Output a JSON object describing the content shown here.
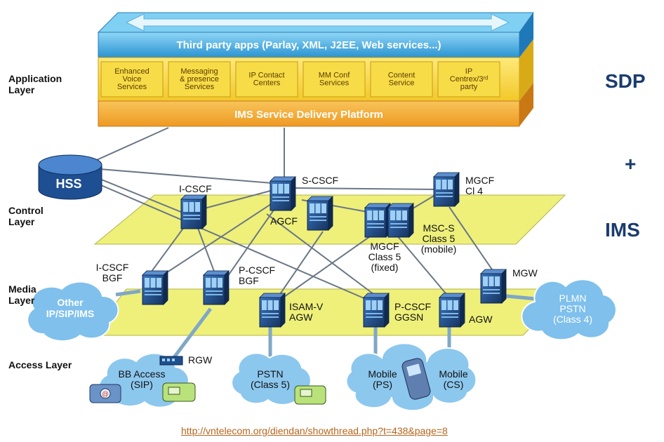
{
  "layers": {
    "application": "Application\nLayer",
    "control": "Control\nLayer",
    "media": "Media\nLayer",
    "access": "Access Layer"
  },
  "right_labels": {
    "sdp": "SDP",
    "plus": "+",
    "ims": "IMS"
  },
  "top_banner": "Third party apps (Parlay, XML, J2EE, Web services...)",
  "services": [
    [
      "Enhanced",
      "Voice",
      "Services"
    ],
    [
      "Messaging",
      "& presence",
      "Services"
    ],
    [
      "IP Contact",
      "Centers"
    ],
    [
      "MM Conf",
      "Services"
    ],
    [
      "Content",
      "Service"
    ],
    [
      "IP",
      "Centrex/3ʳᵈ",
      "party"
    ]
  ],
  "ims_platform": "IMS Service Delivery Platform",
  "hss": "HSS",
  "nodes": {
    "icscf": "I-CSCF",
    "scscf": "S-CSCF",
    "mgcf_cl4": [
      "MGCF",
      "Cl 4"
    ],
    "agcf": "AGCF",
    "mgcf_class5": [
      "MGCF",
      "Class 5",
      "(fixed)"
    ],
    "mscs": [
      "MSC-S",
      "Class 5",
      "(mobile)"
    ],
    "icscf_bgf": [
      "I-CSCF",
      "BGF"
    ],
    "pcscf_bgf": [
      "P-CSCF",
      "BGF"
    ],
    "mgw": "MGW",
    "isam": [
      "ISAM-V",
      "AGW"
    ],
    "pcscf_ggsn": [
      "P-CSCF",
      "GGSN"
    ],
    "agw": "AGW",
    "rgw": "RGW"
  },
  "clouds": {
    "other": [
      "Other",
      "IP/SIP/IMS"
    ],
    "plmn": [
      "PLMN",
      "PSTN",
      "(Class 4)"
    ],
    "bb": [
      "BB Access",
      "(SIP)"
    ],
    "pstn": [
      "PSTN",
      "(Class 5)"
    ],
    "mobile_ps": [
      "Mobile",
      "(PS)"
    ],
    "mobile_cs": [
      "Mobile",
      "(CS)"
    ]
  },
  "url": "http://vntelecom.org/diendan/showthread.php?t=438&page=8",
  "colors": {
    "banner_blue": "#2aa0dd",
    "app_yellow": "#f5d83a",
    "ims_orange": "#f3a531",
    "plane_yellow": "#eef07a",
    "server_blue": "#1f4f8f",
    "cloud_blue": "#8cc7ee",
    "dark_label": "#1a3b6e"
  }
}
